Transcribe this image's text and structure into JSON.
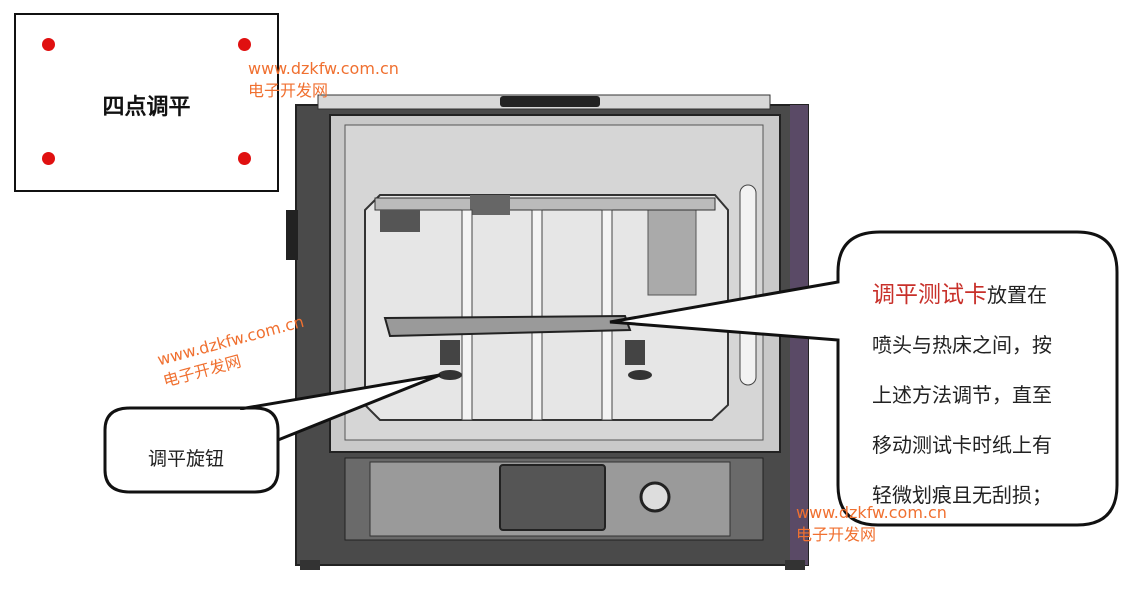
{
  "level_box": {
    "title": "四点调平",
    "dot_color": "#e01010"
  },
  "watermark": {
    "url": "www.dzkfw.com.cn",
    "name": "电子开发网",
    "color": "#f07030"
  },
  "callout_right": {
    "highlight": "调平测试卡",
    "lines": [
      "放置在",
      "喷头与热床之间，按",
      "上述方法调节，直至",
      "移动测试卡时纸上有",
      "轻微划痕且无刮损；"
    ]
  },
  "callout_left": {
    "label": "调平旋钮"
  }
}
